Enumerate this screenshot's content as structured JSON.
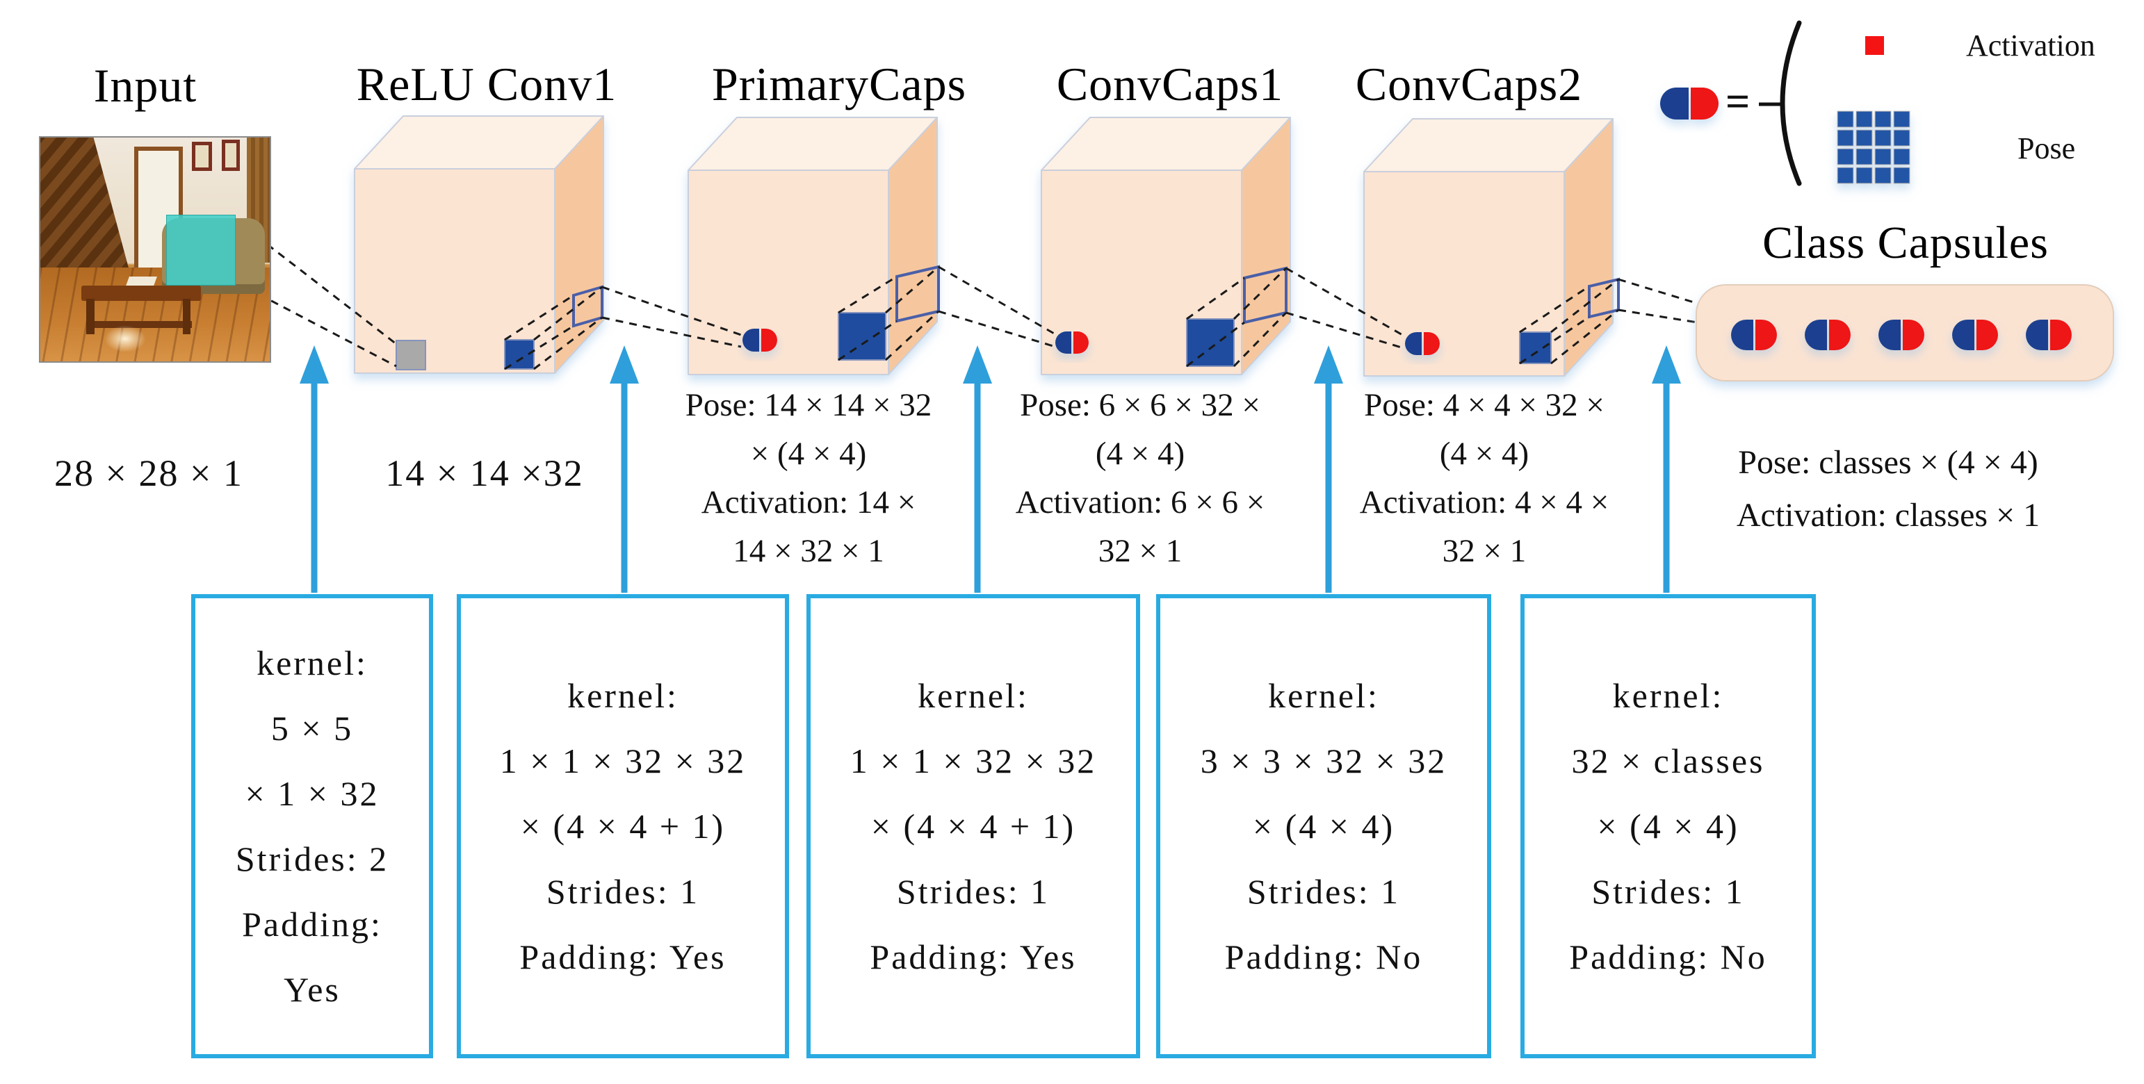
{
  "figure": {
    "titles": {
      "input": "Input",
      "relu_conv1": "ReLU Conv1",
      "primarycaps": "PrimaryCaps",
      "convcaps1": "ConvCaps1",
      "convcaps2": "ConvCaps2",
      "class_capsules": "Class Capsules"
    },
    "dims": {
      "input": "28 × 28 × 1",
      "relu_conv1": "14 × 14 ×32"
    },
    "outputs": {
      "primarycaps": [
        "Pose: 14 × 14 × 32",
        "× (4 × 4)",
        "Activation: 14 ×",
        "14 × 32 × 1"
      ],
      "convcaps1": [
        "Pose: 6 × 6 × 32 ×",
        "(4 × 4)",
        "Activation: 6 × 6 ×",
        "32 × 1"
      ],
      "convcaps2": [
        "Pose: 4 × 4 × 32 ×",
        "(4 × 4)",
        "Activation: 4 × 4 ×",
        "32 × 1"
      ],
      "class_capsules": [
        "Pose: classes × (4 × 4)",
        "Activation: classes × 1"
      ]
    },
    "kernel_boxes": [
      {
        "lines": [
          "kernel:",
          "5 × 5",
          "× 1 × 32",
          "Strides: 2",
          "Padding:",
          "Yes"
        ]
      },
      {
        "lines": [
          "kernel:",
          "1 × 1 × 32 × 32",
          "× (4 × 4 + 1)",
          "Strides: 1",
          "Padding: Yes"
        ]
      },
      {
        "lines": [
          "kernel:",
          "1 × 1 × 32 × 32",
          "× (4 × 4 + 1)",
          "Strides: 1",
          "Padding: Yes"
        ]
      },
      {
        "lines": [
          "kernel:",
          "3 × 3 × 32 × 32",
          "× (4 × 4)",
          "Strides: 1",
          "Padding: No"
        ]
      },
      {
        "lines": [
          "kernel:",
          "32 × classes",
          "× (4 × 4)",
          "Strides: 1",
          "Padding: No"
        ]
      }
    ],
    "legend": {
      "equals": "=",
      "activation": "Activation",
      "pose": "Pose"
    },
    "class_capsule_count": 5,
    "colors": {
      "cube_front": "#FCE4D2",
      "cube_top": "#FDF0E5",
      "cube_side": "#F6C79E",
      "cube_edge": "#C9CFDC",
      "kernel_border": "#29ABE2",
      "arrow": "#2E9FDB",
      "dash": "#1A1A1A",
      "square_blue": "#1F4C9E",
      "square_gray": "#A9A9A9",
      "capsule_blue": "#1C418F",
      "capsule_red": "#EE1212",
      "outline": "#4A5FA8",
      "container_fill": "#FBE3D2",
      "container_edge": "#E3CDBA",
      "pose_grid": "#2455A6",
      "legend_red": "#F41414",
      "patch": "#40D0CA"
    }
  }
}
